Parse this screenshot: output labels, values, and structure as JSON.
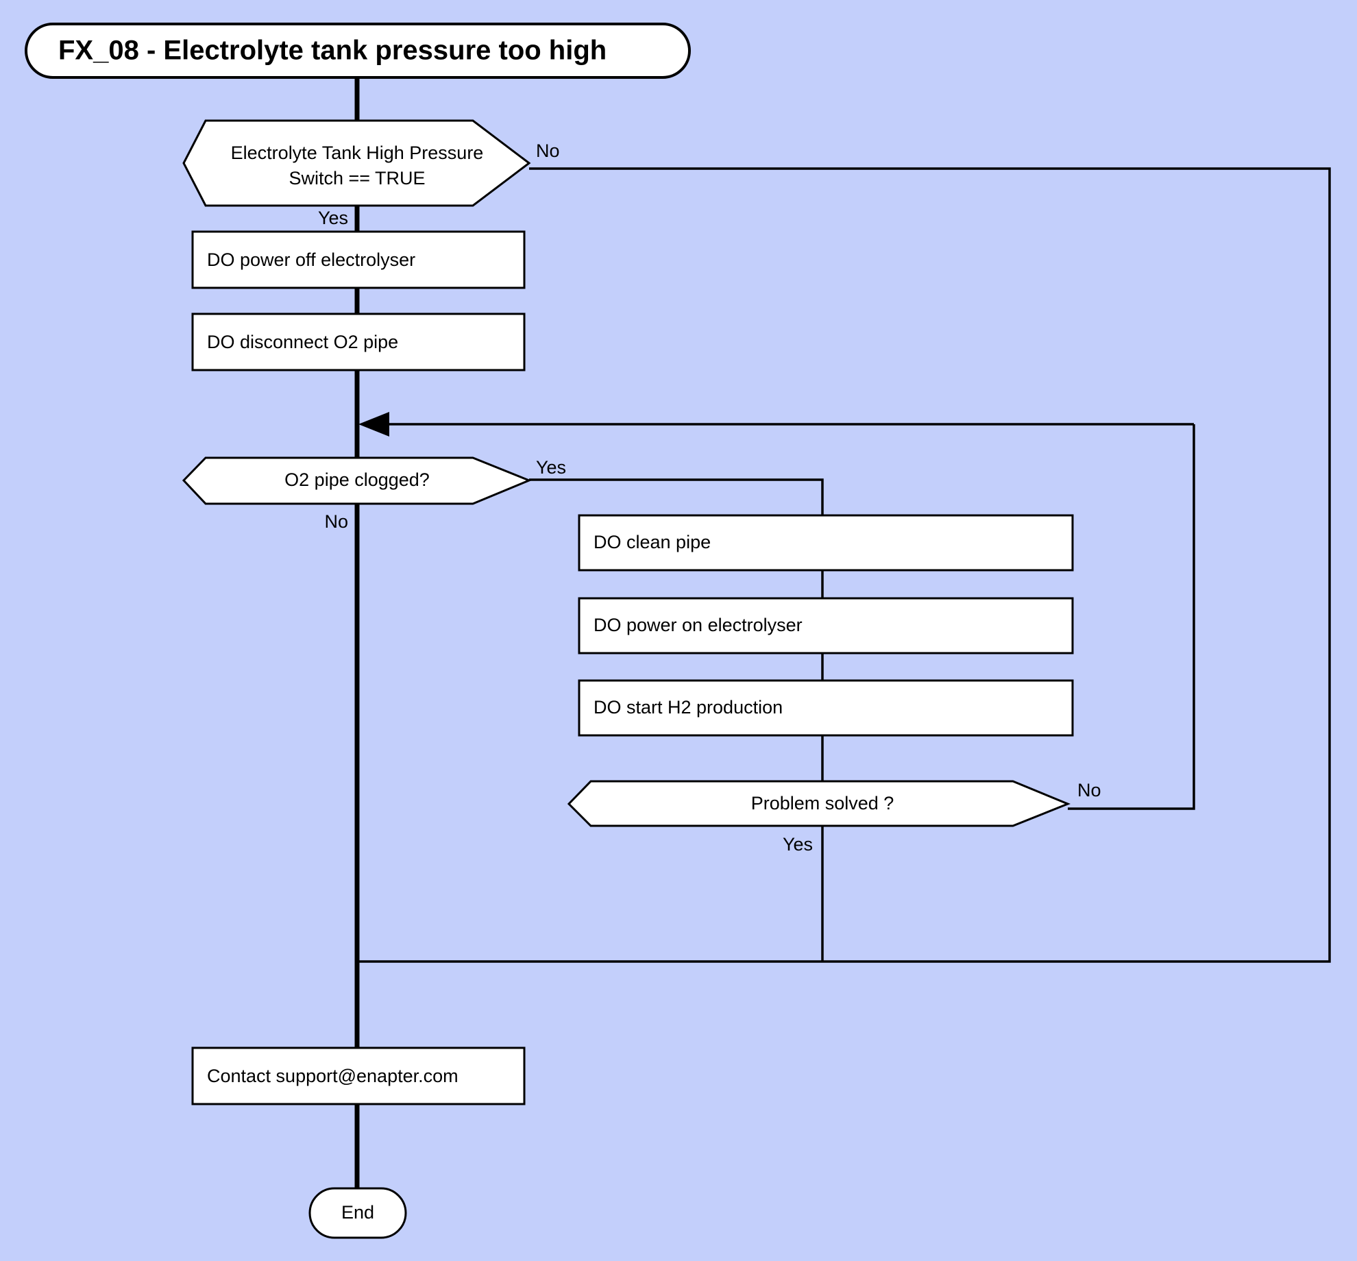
{
  "diagram": {
    "title": "FX_08 - Electrolyte tank pressure too high",
    "background_color": "#c3cffb",
    "node_fill_color": "#ffffff",
    "stroke_color": "#000000",
    "type": "flowchart"
  },
  "nodes": {
    "start_title": {
      "label": "FX_08 - Electrolyte tank pressure too high",
      "shape": "stadium"
    },
    "decision_pressure_switch": {
      "line1": "Electrolyte Tank High Pressure",
      "line2": "Switch == TRUE",
      "shape": "hexagon"
    },
    "action_power_off": {
      "label": "DO power off electrolyser",
      "shape": "rectangle"
    },
    "action_disconnect_o2": {
      "label": "DO disconnect O2 pipe",
      "shape": "rectangle"
    },
    "decision_pipe_clogged": {
      "label": "O2 pipe clogged?",
      "shape": "hexagon"
    },
    "action_clean_pipe": {
      "label": "DO clean pipe",
      "shape": "rectangle"
    },
    "action_power_on": {
      "label": "DO power on electrolyser",
      "shape": "rectangle"
    },
    "action_start_h2": {
      "label": "DO start H2 production",
      "shape": "rectangle"
    },
    "decision_problem_solved": {
      "label": "Problem solved ?",
      "shape": "hexagon"
    },
    "action_contact_support": {
      "label": "Contact support@enapter.com",
      "shape": "rectangle"
    },
    "end_node": {
      "label": "End",
      "shape": "stadium"
    }
  },
  "edge_labels": {
    "pressure_switch_no": "No",
    "pressure_switch_yes": "Yes",
    "pipe_clogged_yes": "Yes",
    "pipe_clogged_no": "No",
    "problem_solved_no": "No",
    "problem_solved_yes": "Yes"
  }
}
